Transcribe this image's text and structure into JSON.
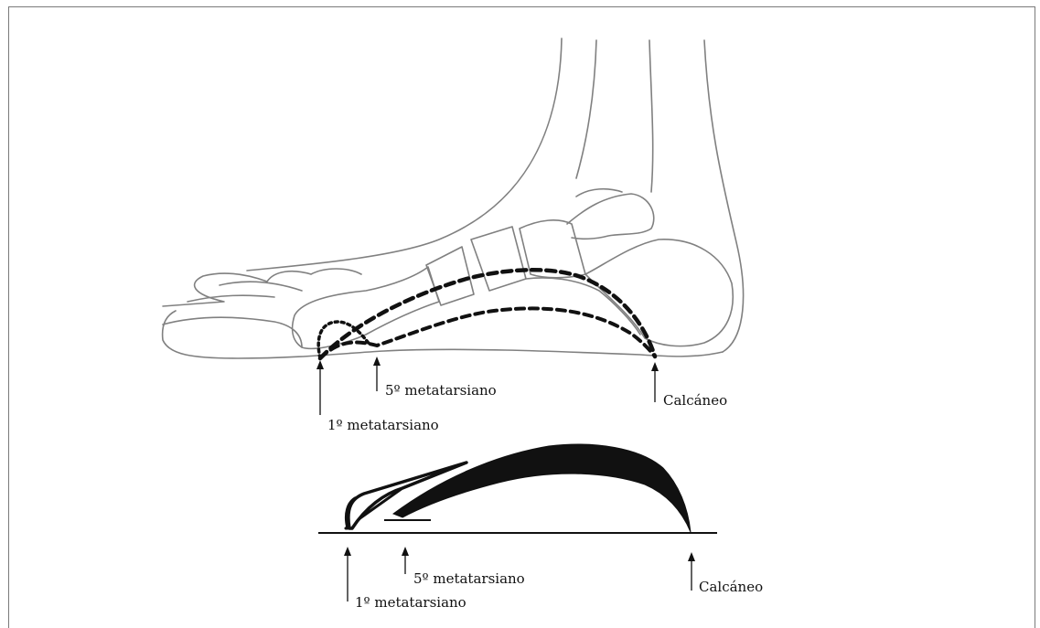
{
  "top_labels": {
    "first_metatarsal": "1º metatarsiano",
    "fifth_metatarsal": "5º metatarsiano",
    "calcaneus": "Calcáneo"
  },
  "bottom_labels": {
    "first_metatarsal": "1º metatarsiano",
    "fifth_metatarsal": "5º metatarsiano",
    "calcaneus": "Calcáneo"
  },
  "colors": {
    "bone_outline": "#808080",
    "arch_lines": "#111111",
    "frame": "#7a7a7a"
  }
}
